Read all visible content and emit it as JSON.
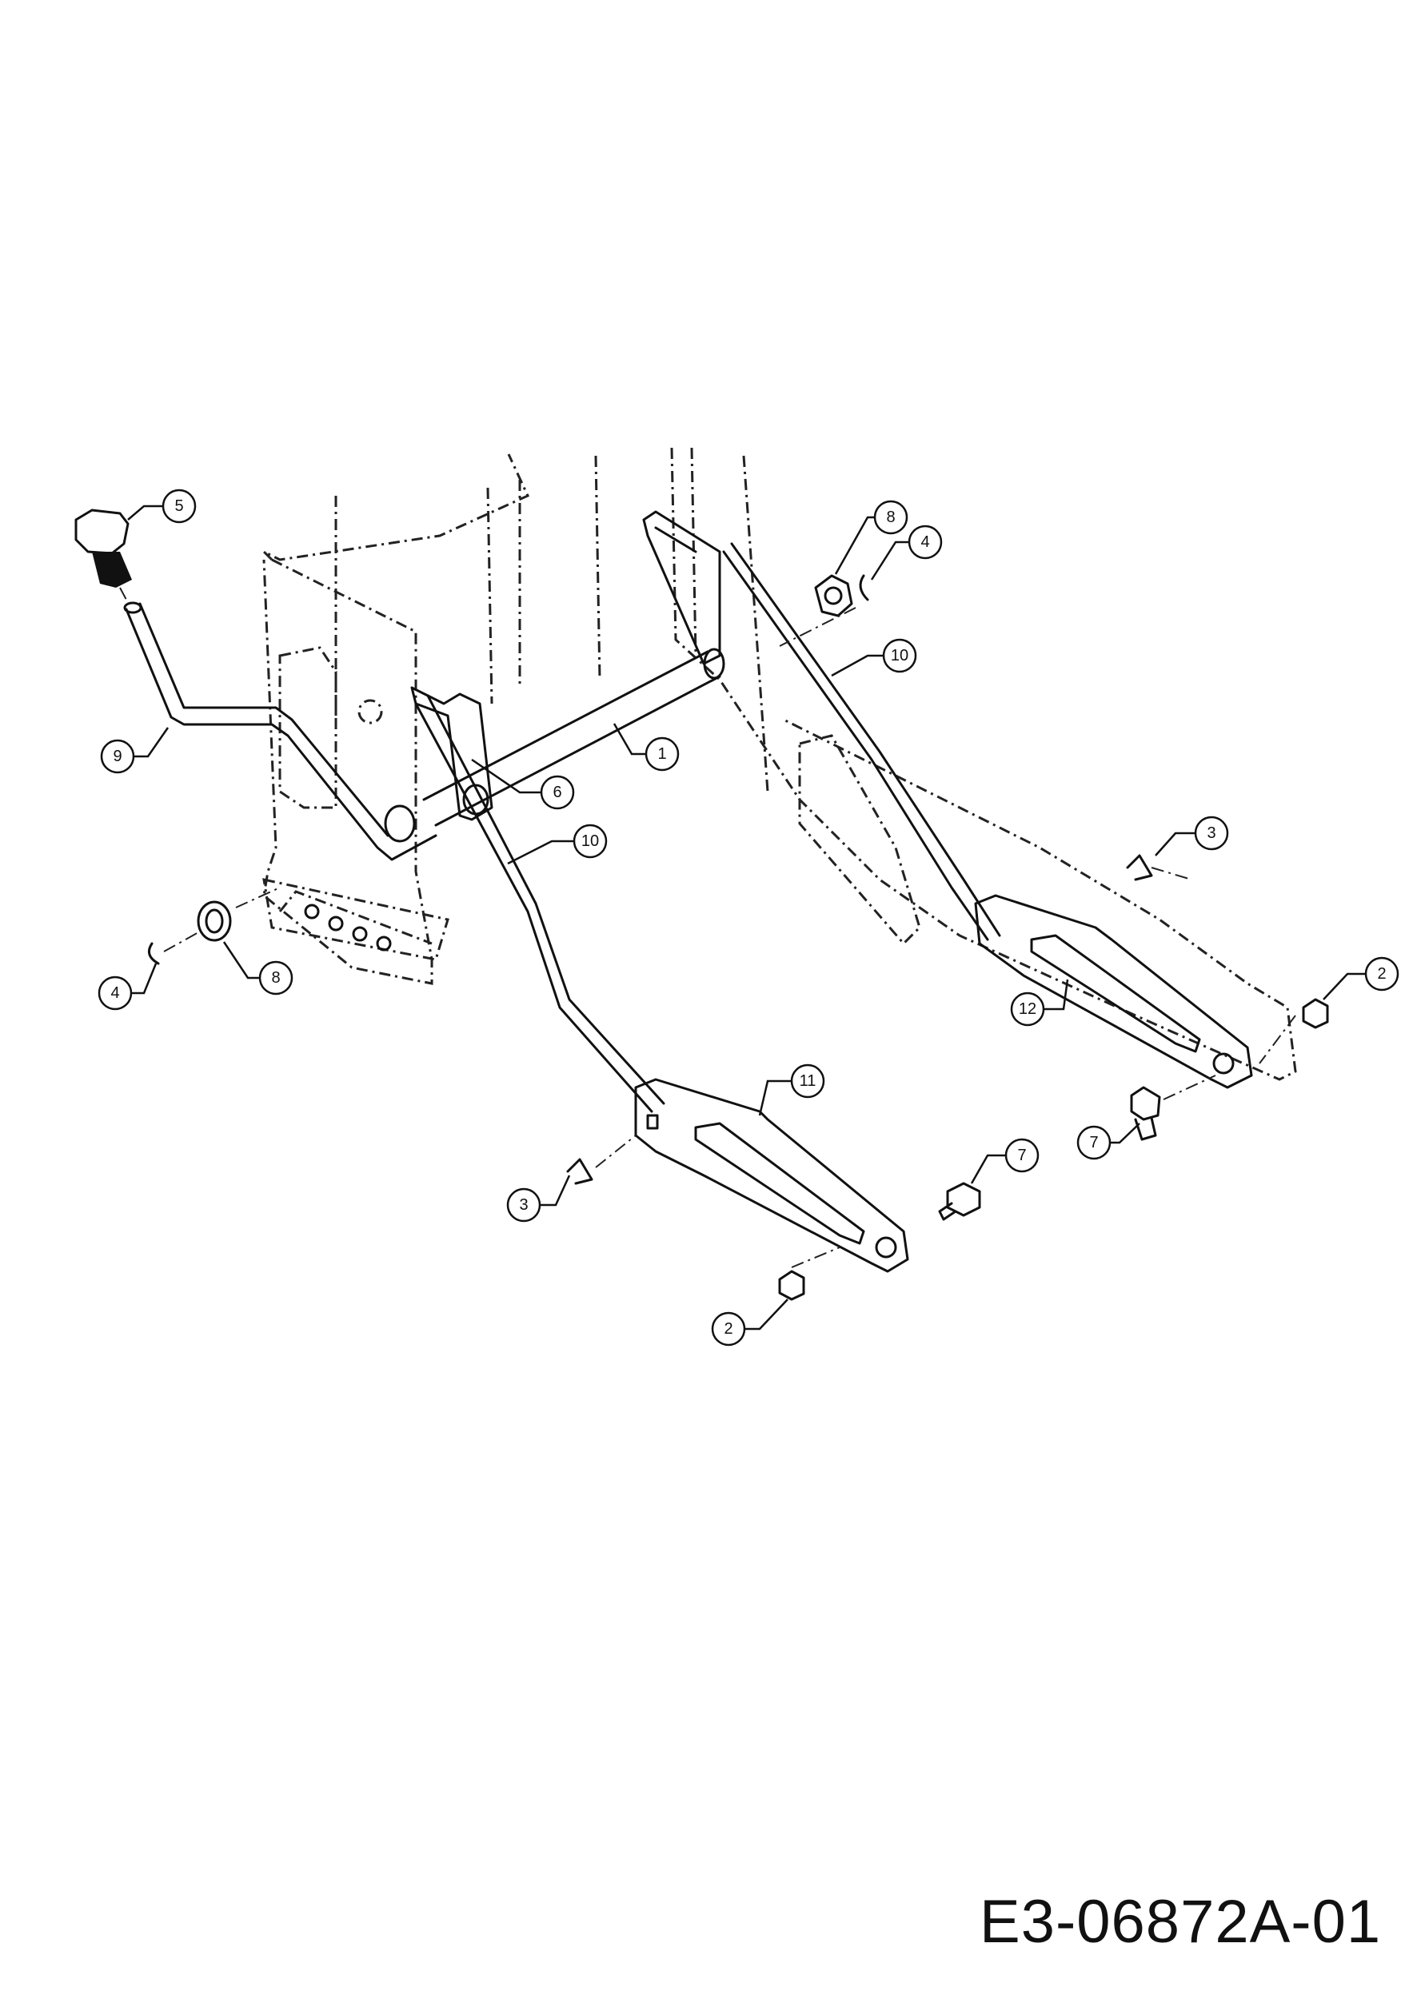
{
  "diagram": {
    "callouts": {
      "knob": "5",
      "shift_lever": "9",
      "bushing_top": "8",
      "clip_top": "4",
      "link_rod_top": "10",
      "shaft": "1",
      "bracket": "6",
      "link_rod_mid": "10",
      "hairpin_right": "3",
      "nut_right": "2",
      "bracket_right": "12",
      "bolt_right": "7",
      "bracket_left": "11",
      "bolt_mid": "7",
      "hairpin_left": "3",
      "nut_bottom": "2",
      "clip_left": "4",
      "bushing_left": "8"
    },
    "drawing_number": "E3-06872A-01"
  }
}
